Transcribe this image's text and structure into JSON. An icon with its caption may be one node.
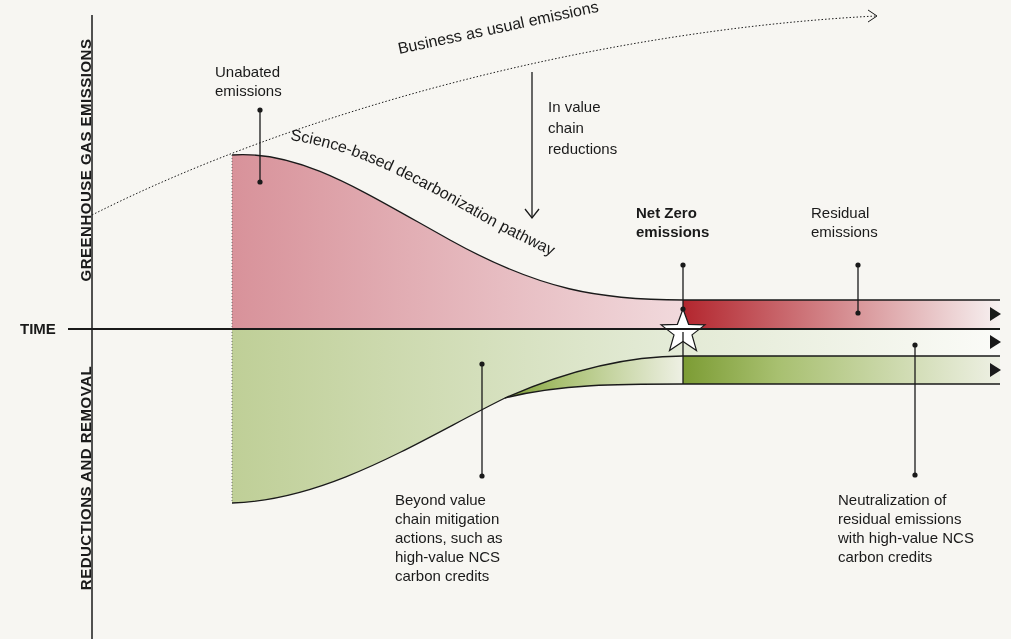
{
  "diagram": {
    "nodes": [
      {
        "text": [
          "Unabated emissions"
        ]
      },
      {
        "text": [],
        "shape": "area"
      },
      {
        "text": [
          "Net Zero emissions"
        ]
      },
      {
        "text": [],
        "shape": "star"
      },
      {
        "text": [
          "Residual emissions"
        ]
      },
      {
        "text": [],
        "shape": "band"
      },
      {
        "text": [
          "Beyond value chain mitigation actions, such as high-value NCS carbon credits"
        ]
      },
      {
        "text": [],
        "shape": "area"
      },
      {
        "text": [
          "Neutralization of residual emissions with high-value NCS carbon credits"
        ]
      },
      {
        "text": [],
        "shape": "band"
      }
    ],
    "edges": [
      {
        "from": 0,
        "to": 1,
        "arrow": "other"
      },
      {
        "from": 2,
        "to": 3,
        "arrow": "other"
      },
      {
        "from": 4,
        "to": 5,
        "arrow": "other"
      },
      {
        "from": 6,
        "to": 7,
        "arrow": "other"
      },
      {
        "from": 8,
        "to": 9,
        "arrow": "other"
      }
    ],
    "labels": [
      "GREENHOUSE GAS EMISSIONS",
      "Business as usual emissions",
      "In value chain reductions",
      "Science-based decarbonization pathway",
      "TIME",
      "REDUCTIONS AND REMOVAL"
    ]
  }
}
